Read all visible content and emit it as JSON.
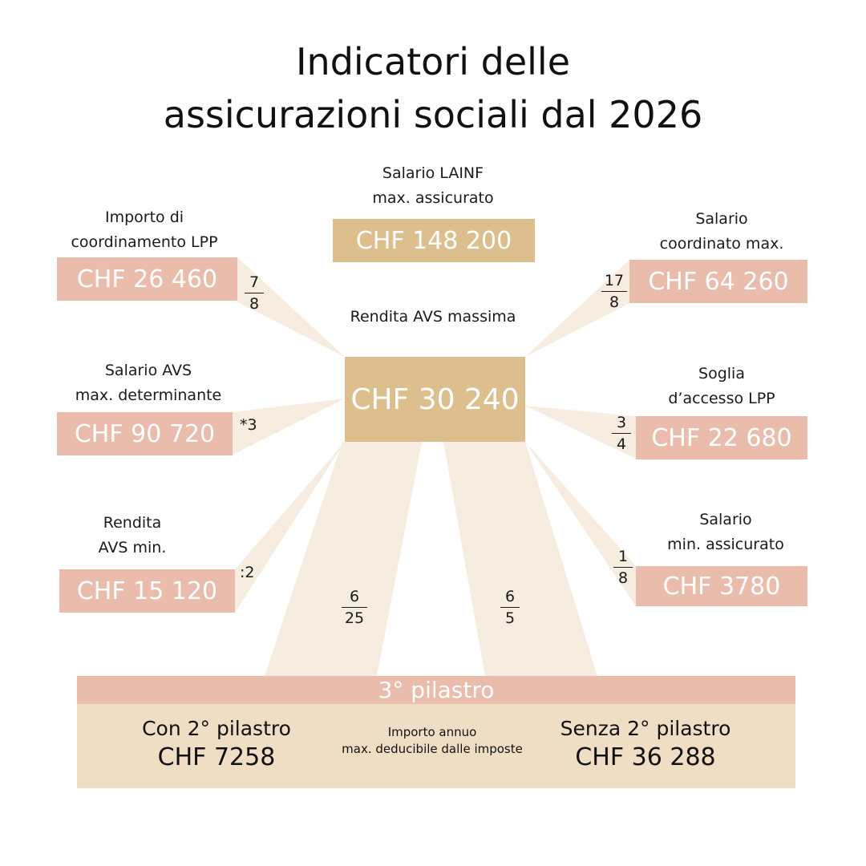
{
  "title": {
    "line1": "Indicatori delle",
    "line2": "assicurazioni sociali dal 2026"
  },
  "colors": {
    "gold": "#dcbf8d",
    "pink": "#e9bcab",
    "ray": "#f6ece0",
    "pillar_body": "#f0dec4"
  },
  "center": {
    "label": "Rendita AVS massima",
    "value": "CHF 30 240"
  },
  "lainf": {
    "label_line1": "Salario LAINF",
    "label_line2": "max. assicurato",
    "value": "CHF 148 200"
  },
  "coordination": {
    "label_line1": "Importo di",
    "label_line2": "coordinamento LPP",
    "value": "CHF 26 460",
    "frac_num": "7",
    "frac_den": "8"
  },
  "avs_salary": {
    "label_line1": "Salario AVS",
    "label_line2": "max. determinante",
    "value": "CHF 90 720",
    "operator": "*3"
  },
  "avs_min": {
    "label_line1": "Rendita",
    "label_line2": "AVS min.",
    "value": "CHF 15 120",
    "operator": ":2"
  },
  "coord_salary": {
    "label_line1": "Salario",
    "label_line2": "coordinato max.",
    "value": "CHF 64 260",
    "frac_num": "17",
    "frac_den": "8"
  },
  "threshold": {
    "label_line1": "Soglia",
    "label_line2": "d’accesso LPP",
    "value": "CHF 22 680",
    "frac_num": "3",
    "frac_den": "4"
  },
  "min_salary": {
    "label_line1": "Salario",
    "label_line2": "min. assicurato",
    "value": "CHF 3780",
    "frac_num": "1",
    "frac_den": "8"
  },
  "pillar3_fractions": {
    "with": {
      "num": "6",
      "den": "25"
    },
    "without": {
      "num": "6",
      "den": "5"
    }
  },
  "pillar3": {
    "header": "3° pilastro",
    "with_label": "Con 2° pilastro",
    "with_value": "CHF 7258",
    "middle_line1": "Importo annuo",
    "middle_line2": "max. deducibile dalle imposte",
    "without_label": "Senza 2° pilastro",
    "without_value": "CHF 36 288"
  }
}
